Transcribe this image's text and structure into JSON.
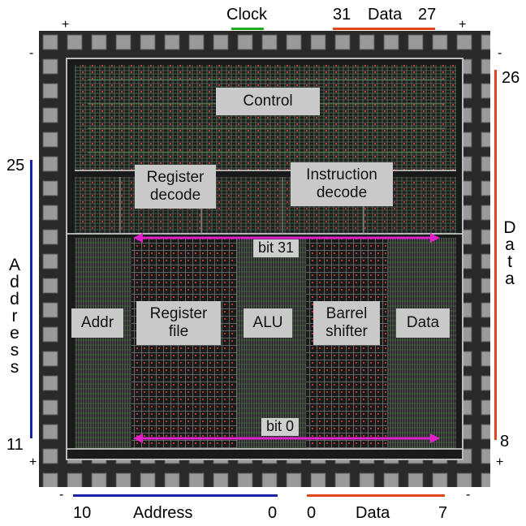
{
  "top": {
    "clock_label": "Clock",
    "data_high_start": "31",
    "data_label": "Data",
    "data_high_end": "27"
  },
  "right": {
    "top_num": "26",
    "bottom_num": "8",
    "label_letters": [
      "D",
      "a",
      "t",
      "a"
    ]
  },
  "left": {
    "top_num": "25",
    "bottom_num": "11",
    "label_letters": [
      "A",
      "d",
      "d",
      "r",
      "e",
      "s",
      "s"
    ]
  },
  "bottom": {
    "addr_start": "10",
    "addr_label": "Address",
    "addr_end": "0",
    "data_start": "0",
    "data_label": "Data",
    "data_end": "7"
  },
  "corners": {
    "plus": "+",
    "minus": "-"
  },
  "blocks": {
    "control": "Control",
    "register_decode": "Register decode",
    "instruction_decode": "Instruction decode",
    "addr": "Addr",
    "register_file": "Register file",
    "alu": "ALU",
    "barrel_shifter": "Barrel shifter",
    "data": "Data"
  },
  "bits": {
    "top": "bit 31",
    "bottom": "bit 0"
  },
  "colors": {
    "clock": "#22aa22",
    "data_bus": "#e0461e",
    "address_bus": "#1a22aa",
    "bit_arrow": "#e020c8",
    "label_box": "#c9c9c9"
  }
}
